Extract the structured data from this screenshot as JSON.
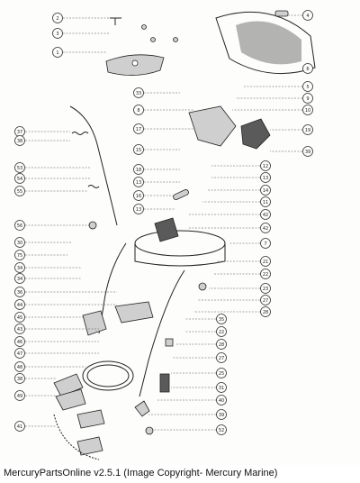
{
  "caption": "MercuryPartsOnline v2.5.1 (Image Copyright- Mercury Marine)",
  "callouts_left": [
    "2",
    "3",
    "1",
    "37",
    "38",
    "53",
    "54",
    "55",
    "56",
    "30",
    "75",
    "34",
    "34",
    "36",
    "44",
    "45",
    "43",
    "46",
    "47",
    "48",
    "38",
    "49",
    "41"
  ],
  "callouts_mid": [
    "33",
    "8",
    "17",
    "15",
    "18",
    "13",
    "16",
    "13"
  ],
  "callouts_right": [
    "4",
    "6",
    "5",
    "9",
    "10",
    "19",
    "39",
    "12",
    "13",
    "14",
    "11",
    "42",
    "42",
    "7",
    "21",
    "22",
    "23",
    "27",
    "28",
    "35",
    "22",
    "28",
    "27",
    "25",
    "31",
    "40",
    "39",
    "52"
  ]
}
